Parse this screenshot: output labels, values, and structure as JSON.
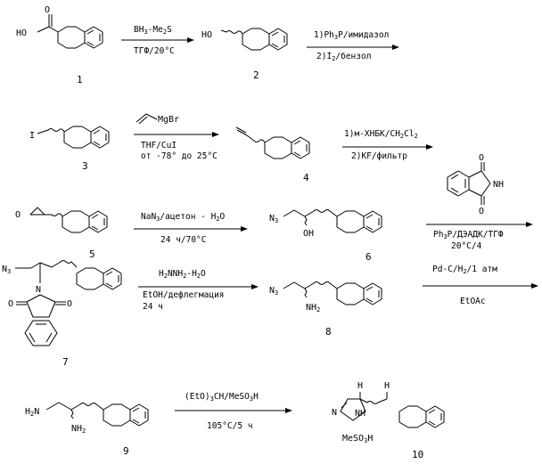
{
  "compounds": [
    {
      "number": "1"
    },
    {
      "number": "2"
    },
    {
      "number": "3"
    },
    {
      "number": "4"
    },
    {
      "number": "5"
    },
    {
      "number": "6"
    },
    {
      "number": "7"
    },
    {
      "number": "8"
    },
    {
      "number": "9"
    },
    {
      "number": "10"
    }
  ],
  "atoms": {
    "ho_acid": "HO",
    "o_acid": "O",
    "ho_alcohol": "HO",
    "iodo": "I",
    "mgbr": "MgBr",
    "o_epoxide": "O",
    "n3_6": "N",
    "n3_6_sub": "3",
    "oh_6": "OH",
    "o_phth_top": "O",
    "o_phth_bottom": "O",
    "nh_phth": "NH",
    "n3_7": "N",
    "n3_7_sub": "3",
    "n_7": "N",
    "o_7_left": "O",
    "o_7_right": "O",
    "n3_8": "N",
    "n3_8_sub": "3",
    "nh2_8": "NH",
    "nh2_8_sub": "2",
    "h2n_9": "H",
    "h2n_9_sub": "2",
    "h2n_9_n": "N",
    "nh2_9": "NH",
    "nh2_9_sub": "2",
    "n_10": "N",
    "nh_10": "NH",
    "h_10_a": "H",
    "h_10_b": "H",
    "mesoh_10": "MeSO",
    "mesoh_10_sub": "3",
    "mesoh_10_h": "H"
  },
  "conditions": {
    "r1_top": "BH",
    "r1_top_sub": "3",
    "r1_top_rest": "-Me",
    "r1_top_sub2": "2",
    "r1_top_end": "S",
    "r1_bottom": "ТГФ/20°С",
    "r2_line1": "1)Ph",
    "r2_line1_sub": "3",
    "r2_line1_rest": "P/имидазол",
    "r2_line2": "2)I",
    "r2_line2_sub": "2",
    "r2_line2_rest": "/бензол",
    "r3_line1": "THF/CuI",
    "r3_line2": "от -78° до 25°С",
    "r4_line1": "1)м-ХНБК/CH",
    "r4_line1_sub": "2",
    "r4_line1_rest": "Cl",
    "r4_line1_sub2": "2",
    "r4_line2": "2)KF/фильтр",
    "r5_top": "NaN",
    "r5_top_sub": "3",
    "r5_top_rest": "/ацетон - H",
    "r5_top_sub2": "2",
    "r5_top_end": "O",
    "r5_bottom": "24 ч/70°С",
    "r6_line1": "Ph",
    "r6_line1_sub": "3",
    "r6_line1_rest": "P/ДЭАДК/ТГФ",
    "r6_line2": "20°С/4",
    "r7_top": "H",
    "r7_top_sub": "2",
    "r7_top_rest": "NNH",
    "r7_top_sub2": "2",
    "r7_top_mid": "-H",
    "r7_top_sub3": "2",
    "r7_top_end": "O",
    "r7_line2": "EtOH/дефлегмация",
    "r7_line3": "24 ч",
    "r8_top": "Pd-C/H",
    "r8_top_sub": "2",
    "r8_top_rest": "/1 атм",
    "r8_bottom": "EtOAc",
    "r9_top": "(EtO)",
    "r9_top_sub": "3",
    "r9_top_rest": "CH/MeSO",
    "r9_top_sub2": "3",
    "r9_top_end": "H",
    "r9_bottom": "105°С/5 ч"
  }
}
